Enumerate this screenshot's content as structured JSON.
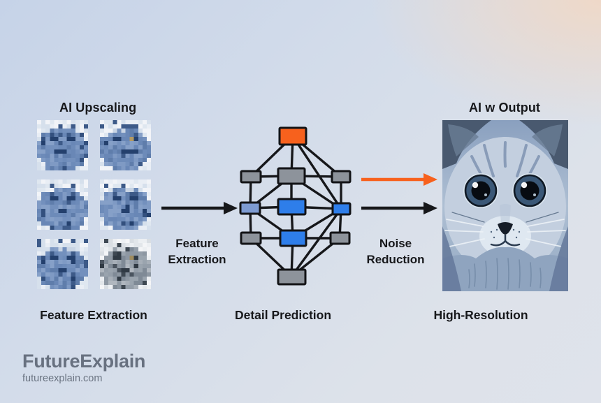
{
  "titles": {
    "left": "AI Upscaling",
    "right": "AI w Output"
  },
  "captions": {
    "left": "Feature Extraction",
    "middle": "Detail Prediction",
    "right": "High-Resolution"
  },
  "arrow_labels": {
    "feature_line1": "Feature",
    "feature_line2": "Extraction",
    "noise_line1": "Noise",
    "noise_line2": "Reduction"
  },
  "footer": {
    "brand": "FutureExplain",
    "domain": "futureexplain.com"
  },
  "colors": {
    "orange": "#f7611d",
    "black": "#16171a",
    "node_gray": "#8d939b",
    "node_blue": "#2e7eea",
    "node_light_blue": "#7d9bd2"
  },
  "images": {
    "thumbnails_icon": "pixelated-cat-thumbnail",
    "thumbnails_count": 6,
    "output_icon": "high-resolution-cat-photo"
  }
}
